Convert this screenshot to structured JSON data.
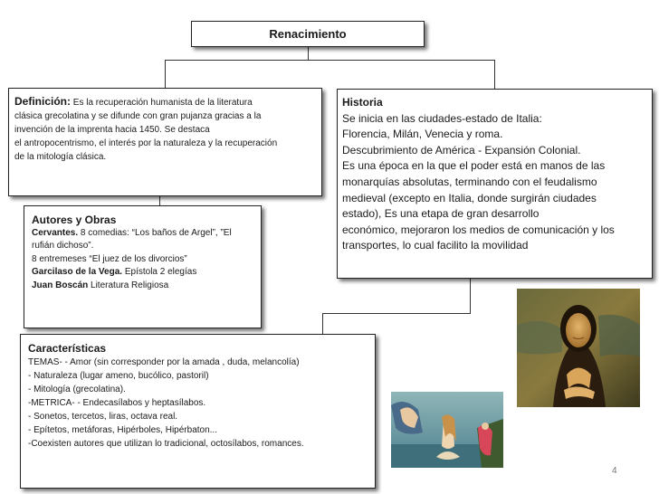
{
  "title": "Renacimiento",
  "definicion": {
    "label": "Definición:",
    "first_line": " Es la recuperación humanista de la literatura",
    "lines": [
      "clásica grecolatina y se difunde con gran pujanza gracias a la",
      "invención de la imprenta hacia 1450. Se destaca",
      "el antropocentrismo, el interés por la naturaleza y la recuperación",
      "de la mitología clásica."
    ]
  },
  "historia": {
    "label": "Historia",
    "lines": [
      "Se inicia en las ciudades-estado de Italia:",
      "Florencia, Milán, Venecia y roma.",
      "Descubrimiento de América - Expansión Colonial.",
      "Es una época en la que el poder está en manos de las",
      "monarquías absolutas, terminando con el feudalismo",
      "medieval (excepto en Italia, donde surgirán ciudades",
      "estado), Es una etapa de gran desarrollo",
      "económico, mejoraron los medios de comunicación y los",
      "transportes, lo cual facilito la movilidad"
    ]
  },
  "autores": {
    "label": "Autores y Obras",
    "cervantes_name": "Cervantes.",
    "cervantes_text": " 8 comedias: “Los baños de Argel”, ”El",
    "line2": "rufián dichoso”.",
    "line3": "8 entremeses “El juez de los divorcios”",
    "garcilaso_name": "Garcilaso de la Vega.",
    "garcilaso_text": " Epístola 2 elegías",
    "boscan_name": "Juan Boscán",
    "boscan_text": " Literatura Religiosa"
  },
  "caracteristicas": {
    "label": "Características",
    "lines": [
      "TEMAS- - Amor (sin corresponder por la amada , duda, melancolía)",
      "- Naturaleza (lugar ameno, bucólico, pastoril)",
      "- Mitología (grecolatina).",
      "-METRICA- - Endecasílabos y heptasílabos.",
      "- Sonetos, tercetos, liras, octava real.",
      "- Epítetos, metáforas, Hipérboles, Hipérbaton...",
      "-Coexisten autores que utilizan lo tradicional, octosílabos, romances."
    ]
  },
  "page_number": "4",
  "icons": [
    "mona-lisa-painting",
    "birth-of-venus-painting"
  ]
}
